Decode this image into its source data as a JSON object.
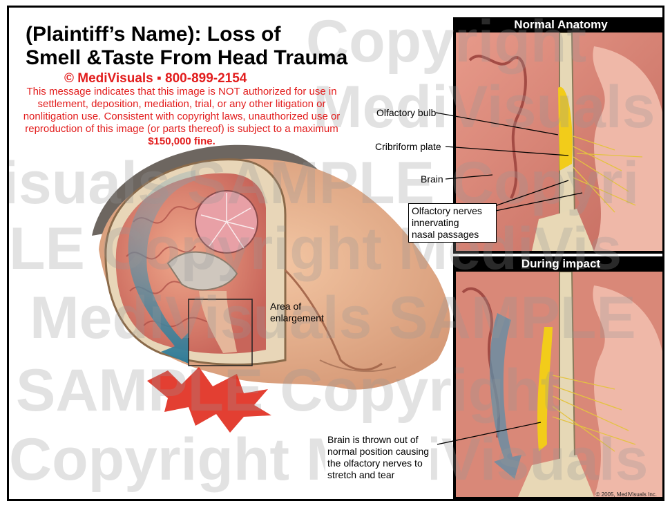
{
  "title": {
    "line1": "(Plaintiff’s Name): Loss of",
    "line2": "Smell &Taste From Head Trauma"
  },
  "header": {
    "contact": "© MediVisuals ▪ 800-899-2154",
    "notice": "This message indicates that this image is NOT authorized for use in settlement, deposition, mediation, trial, or any other litigation or nonlitigation use.  Consistent with copyright laws, unauthorized use or reproduction of this image (or parts thereof) is subject to a maximum ",
    "notice_fine": "$150,000 fine."
  },
  "panels": {
    "normal": {
      "heading": "Normal Anatomy"
    },
    "impact": {
      "heading": "During impact"
    }
  },
  "labels": {
    "olfactory_bulb": "Olfactory bulb",
    "cribriform_plate": "Cribriform plate",
    "brain": "Brain",
    "olfactory_nerves": [
      "Olfactory nerves",
      "innervating",
      "nasal passages"
    ],
    "area_enlargement": [
      "Area of",
      "enlargement"
    ],
    "brain_thrown": [
      "Brain is thrown out of",
      "normal position causing",
      "the olfactory nerves to",
      "stretch and tear"
    ]
  },
  "watermark": {
    "copyright": "Copyright",
    "brand": "MediVisuals",
    "sample_row": "isuals SAMPLE Copyri",
    "copyright_row": "LE Copyright MediVis",
    "brand_row": "MediVisuals SAMPLE",
    "sample_row2": "SAMPLE Copyright",
    "copyright_bottom": "Copyright MediVisuals"
  },
  "footer": {
    "copyright": "© 2005, MediVisuals Inc."
  }
}
